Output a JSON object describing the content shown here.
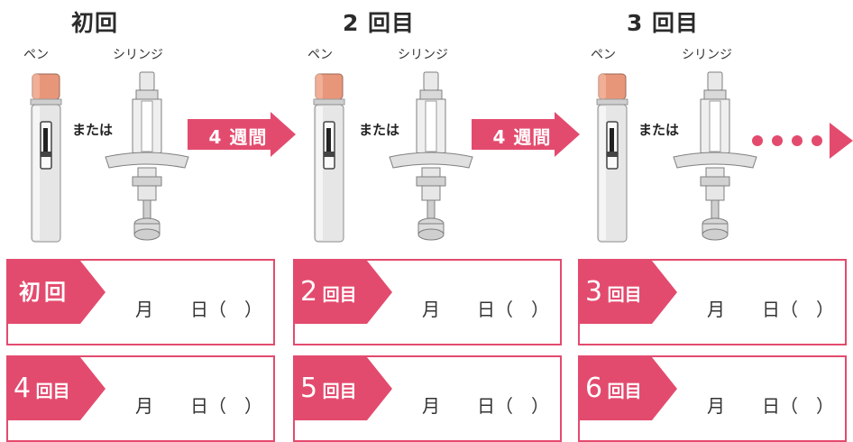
{
  "steps": [
    {
      "title": "初回",
      "pen_label": "ペン",
      "syringe_label": "シリンジ",
      "or_label": "または"
    },
    {
      "title": "2 回目",
      "pen_label": "ペン",
      "syringe_label": "シリンジ",
      "or_label": "または"
    },
    {
      "title": "3 回目",
      "pen_label": "ペン",
      "syringe_label": "シリンジ",
      "or_label": "または"
    }
  ],
  "intervals": [
    "4 週間",
    "4 週間"
  ],
  "records": [
    {
      "number": "",
      "label": "初回",
      "month": "月",
      "day": "日（　）"
    },
    {
      "number": "2",
      "label": "回目",
      "month": "月",
      "day": "日（　）"
    },
    {
      "number": "3",
      "label": "回目",
      "month": "月",
      "day": "日（　）"
    },
    {
      "number": "4",
      "label": "回目",
      "month": "月",
      "day": "日（　）"
    },
    {
      "number": "5",
      "label": "回目",
      "month": "月",
      "day": "日（　）"
    },
    {
      "number": "6",
      "label": "回目",
      "month": "月",
      "day": "日（　）"
    }
  ],
  "colors": {
    "accent": "#e34b6e",
    "pen_cap": "#e8967a",
    "device_body": "#e6e6e6"
  }
}
